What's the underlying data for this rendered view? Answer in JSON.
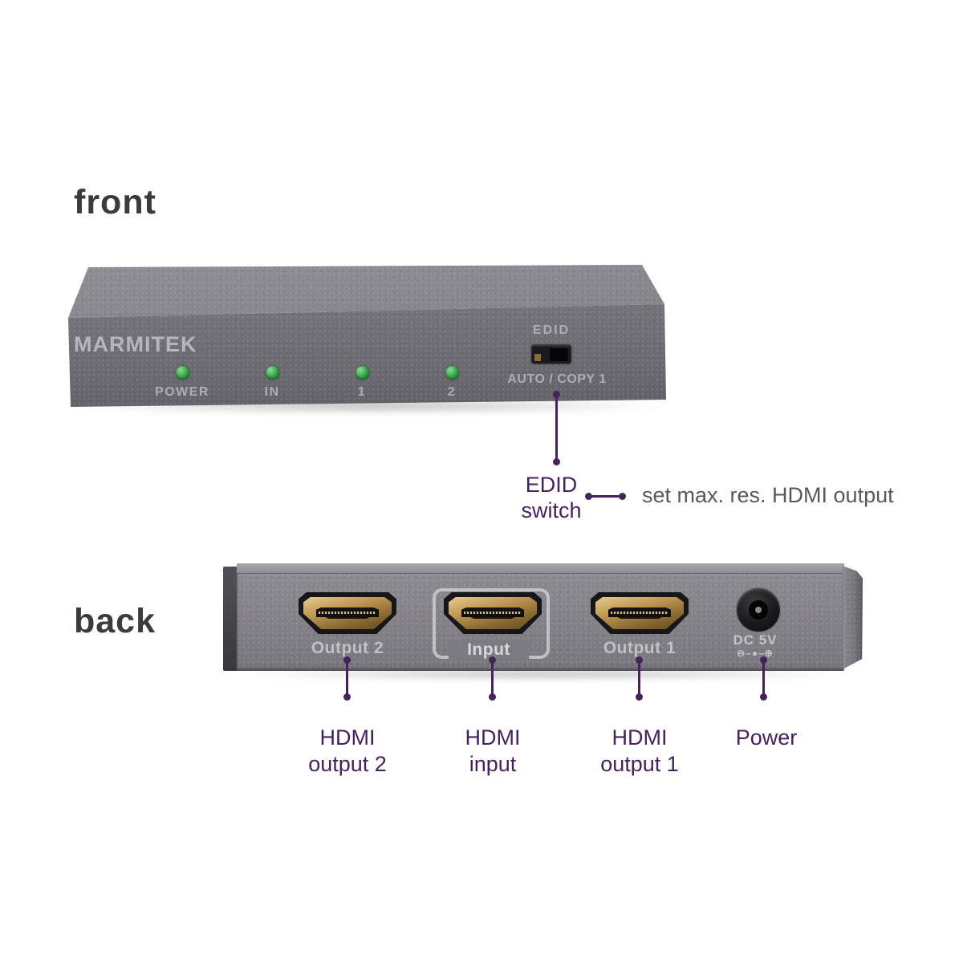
{
  "colors": {
    "accent_purple": "#45235a",
    "description_gray": "#59585b",
    "heading_dark": "#3b3a3c",
    "led_green": "#2f9e44",
    "brand_silver": "#b7b6ba"
  },
  "front_section": {
    "heading": "front",
    "device": {
      "brand": "MARMITEK",
      "leds": [
        {
          "label": "POWER",
          "color": "green",
          "icon": "led-indicator"
        },
        {
          "label": "IN",
          "color": "green",
          "icon": "led-indicator"
        },
        {
          "label": "1",
          "color": "green",
          "icon": "led-indicator"
        },
        {
          "label": "2",
          "color": "green",
          "icon": "led-indicator"
        }
      ],
      "edid_switch": {
        "top_label": "EDID",
        "bottom_label": "AUTO / COPY 1"
      }
    },
    "annotation": {
      "label_line1": "EDID",
      "label_line2": "switch",
      "description": "set max. res. HDMI output"
    }
  },
  "back_section": {
    "heading": "back",
    "device": {
      "ports": [
        {
          "type": "hdmi",
          "label": "Output 2"
        },
        {
          "type": "hdmi",
          "label": "Input",
          "highlighted": true
        },
        {
          "type": "hdmi",
          "label": "Output 1"
        },
        {
          "type": "dc-power",
          "label": "DC 5V",
          "polarity": "⊖–●–⊕"
        }
      ]
    },
    "annotations": [
      {
        "line1": "HDMI",
        "line2": "output 2"
      },
      {
        "line1": "HDMI",
        "line2": "input"
      },
      {
        "line1": "HDMI",
        "line2": "output 1"
      },
      {
        "line1": "Power",
        "line2": ""
      }
    ]
  }
}
